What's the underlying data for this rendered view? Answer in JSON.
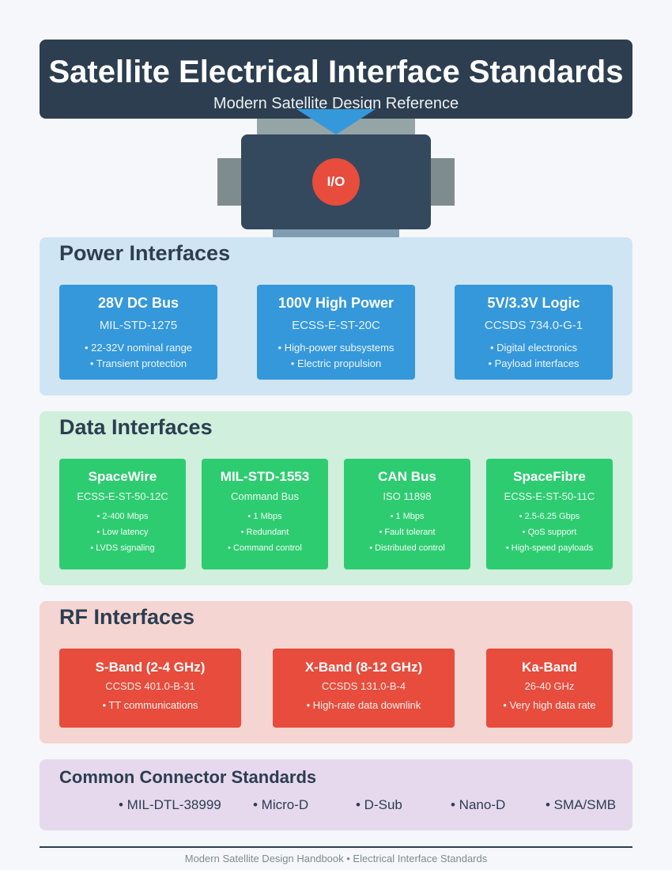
{
  "header": {
    "title": "Satellite Electrical Interface Standards",
    "subtitle": "Modern Satellite Design Reference"
  },
  "illustration": {
    "badge": "I/O"
  },
  "power": {
    "title": "Power Interfaces",
    "cards": [
      {
        "name": "28V DC Bus",
        "standard": "MIL-STD-1275",
        "bullets": [
          "• 22-32V nominal range",
          "• Transient protection"
        ]
      },
      {
        "name": "100V High Power",
        "standard": "ECSS-E-ST-20C",
        "bullets": [
          "• High-power subsystems",
          "• Electric propulsion"
        ]
      },
      {
        "name": "5V/3.3V Logic",
        "standard": "CCSDS 734.0-G-1",
        "bullets": [
          "• Digital electronics",
          "• Payload interfaces"
        ]
      }
    ]
  },
  "data": {
    "title": "Data Interfaces",
    "cards": [
      {
        "name": "SpaceWire",
        "standard": "ECSS-E-ST-50-12C",
        "bullets": [
          "• 2-400 Mbps",
          "• Low latency",
          "• LVDS signaling"
        ]
      },
      {
        "name": "MIL-STD-1553",
        "standard": "Command Bus",
        "bullets": [
          "• 1 Mbps",
          "• Redundant",
          "• Command control"
        ]
      },
      {
        "name": "CAN Bus",
        "standard": "ISO 11898",
        "bullets": [
          "• 1 Mbps",
          "• Fault tolerant",
          "• Distributed control"
        ]
      },
      {
        "name": "SpaceFibre",
        "standard": "ECSS-E-ST-50-11C",
        "bullets": [
          "• 2.5-6.25 Gbps",
          "• QoS support",
          "• High-speed payloads"
        ]
      }
    ]
  },
  "rf": {
    "title": "RF Interfaces",
    "cards": [
      {
        "name": "S-Band (2-4 GHz)",
        "standard": "CCSDS 401.0-B-31",
        "bullets": [
          "• TT communications"
        ]
      },
      {
        "name": "X-Band (8-12 GHz)",
        "standard": "CCSDS 131.0-B-4",
        "bullets": [
          "• High-rate data downlink"
        ]
      },
      {
        "name": "Ka-Band",
        "standard": "26-40 GHz",
        "bullets": [
          "• Very high data rate"
        ]
      }
    ]
  },
  "connectors": {
    "title": "Common Connector Standards",
    "items": [
      "• MIL-DTL-38999",
      "• Micro-D",
      "• D-Sub",
      "• Nano-D",
      "• SMA/SMB"
    ]
  },
  "footer": {
    "text": "Modern Satellite Design Handbook • Electrical Interface Standards"
  },
  "colors": {
    "header_bg": "#2c3e50",
    "power": "#3498db",
    "data": "#2ecc71",
    "rf": "#e74c3c",
    "antenna": "#3498db"
  }
}
